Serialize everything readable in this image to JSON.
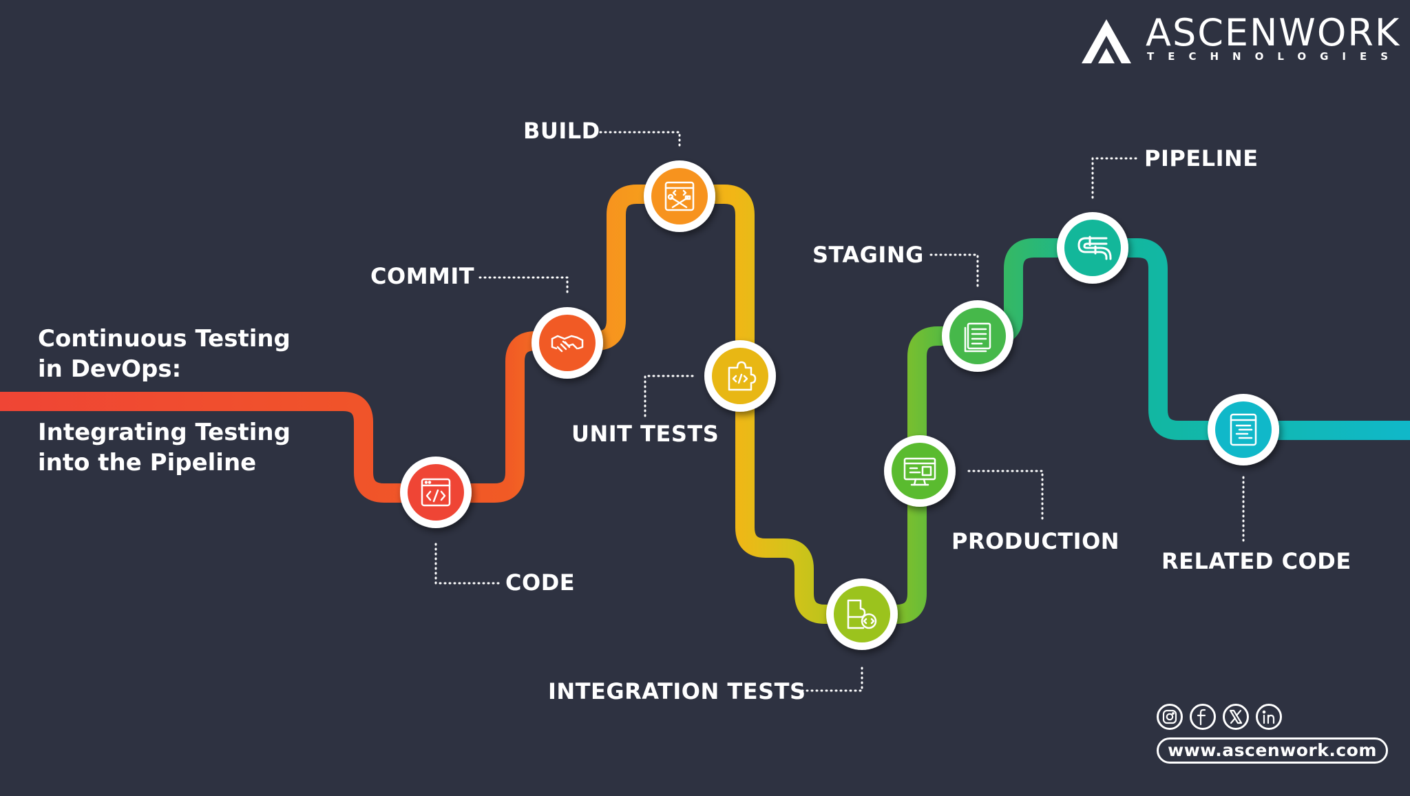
{
  "brand": {
    "name": "ASCENWORK",
    "subtitle": "TECHNOLOGIES",
    "logo_icon": "mountain-peak-logo"
  },
  "heading": {
    "line1": "Continuous Testing",
    "line2": "in DevOps:",
    "line3": "Integrating Testing",
    "line4": "into the Pipeline"
  },
  "stages": [
    {
      "key": "code",
      "label": "CODE",
      "color": "#ef4535",
      "icon": "code-window-icon"
    },
    {
      "key": "commit",
      "label": "COMMIT",
      "color": "#f15a25",
      "icon": "handshake-icon"
    },
    {
      "key": "build",
      "label": "BUILD",
      "color": "#f7931e",
      "icon": "build-tools-icon"
    },
    {
      "key": "unit-tests",
      "label": "UNIT TESTS",
      "color": "#e8b714",
      "icon": "puzzle-code-icon"
    },
    {
      "key": "integration-tests",
      "label": "INTEGRATION TESTS",
      "color": "#9bc31d",
      "icon": "puzzle-pieces-icon"
    },
    {
      "key": "production",
      "label": "PRODUCTION",
      "color": "#5abb2f",
      "icon": "monitor-code-icon"
    },
    {
      "key": "staging",
      "label": "STAGING",
      "color": "#46b84a",
      "icon": "stacked-documents-icon"
    },
    {
      "key": "pipeline",
      "label": "PIPELINE",
      "color": "#13b79a",
      "icon": "pipe-icon"
    },
    {
      "key": "related-code",
      "label": "RELATED CODE",
      "color": "#10b8c9",
      "icon": "code-document-icon"
    }
  ],
  "colors": {
    "background": "#2e3241",
    "red": "#ef4535",
    "orange": "#f7931e",
    "yellow": "#e8b714",
    "lime": "#9bc31d",
    "green": "#46b84a",
    "teal": "#13b79a",
    "cyan": "#10b8c9"
  },
  "social": {
    "icons": [
      "instagram-icon",
      "facebook-icon",
      "x-icon",
      "linkedin-icon"
    ],
    "website": "www.ascenwork.com"
  }
}
